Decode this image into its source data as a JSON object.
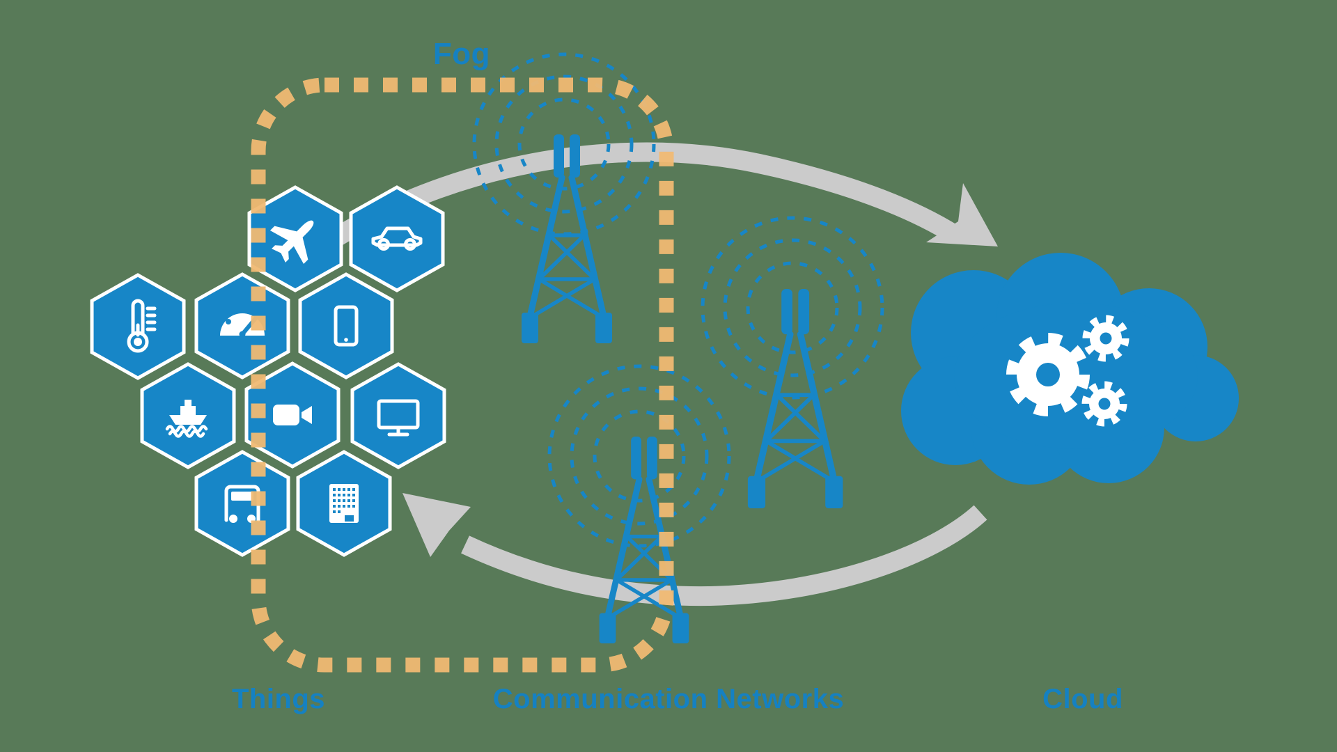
{
  "diagram": {
    "labels": {
      "fog": "Fog",
      "things": "Things",
      "networks": "Communication Networks",
      "cloud": "Cloud"
    },
    "things_devices": [
      "airplane",
      "car",
      "thermometer",
      "speedometer",
      "smartphone",
      "ship",
      "video-camera",
      "monitor",
      "bus",
      "building"
    ],
    "communication": {
      "cell_towers": 3,
      "signal_rings_per_tower": 3
    },
    "cloud_content": {
      "gears": 3
    },
    "flows": [
      {
        "from": "Things",
        "to": "Cloud",
        "style": "gray-curved-arrow"
      },
      {
        "from": "Cloud",
        "to": "Things",
        "style": "gray-curved-arrow"
      }
    ],
    "colors": {
      "background_green": "#587a58",
      "primary_blue": "#1786c7",
      "label_text_blue": "#1581c2",
      "fog_border_orange": "#f0b973",
      "arrow_gray": "#cbcbcb",
      "icon_white": "#ffffff"
    }
  }
}
